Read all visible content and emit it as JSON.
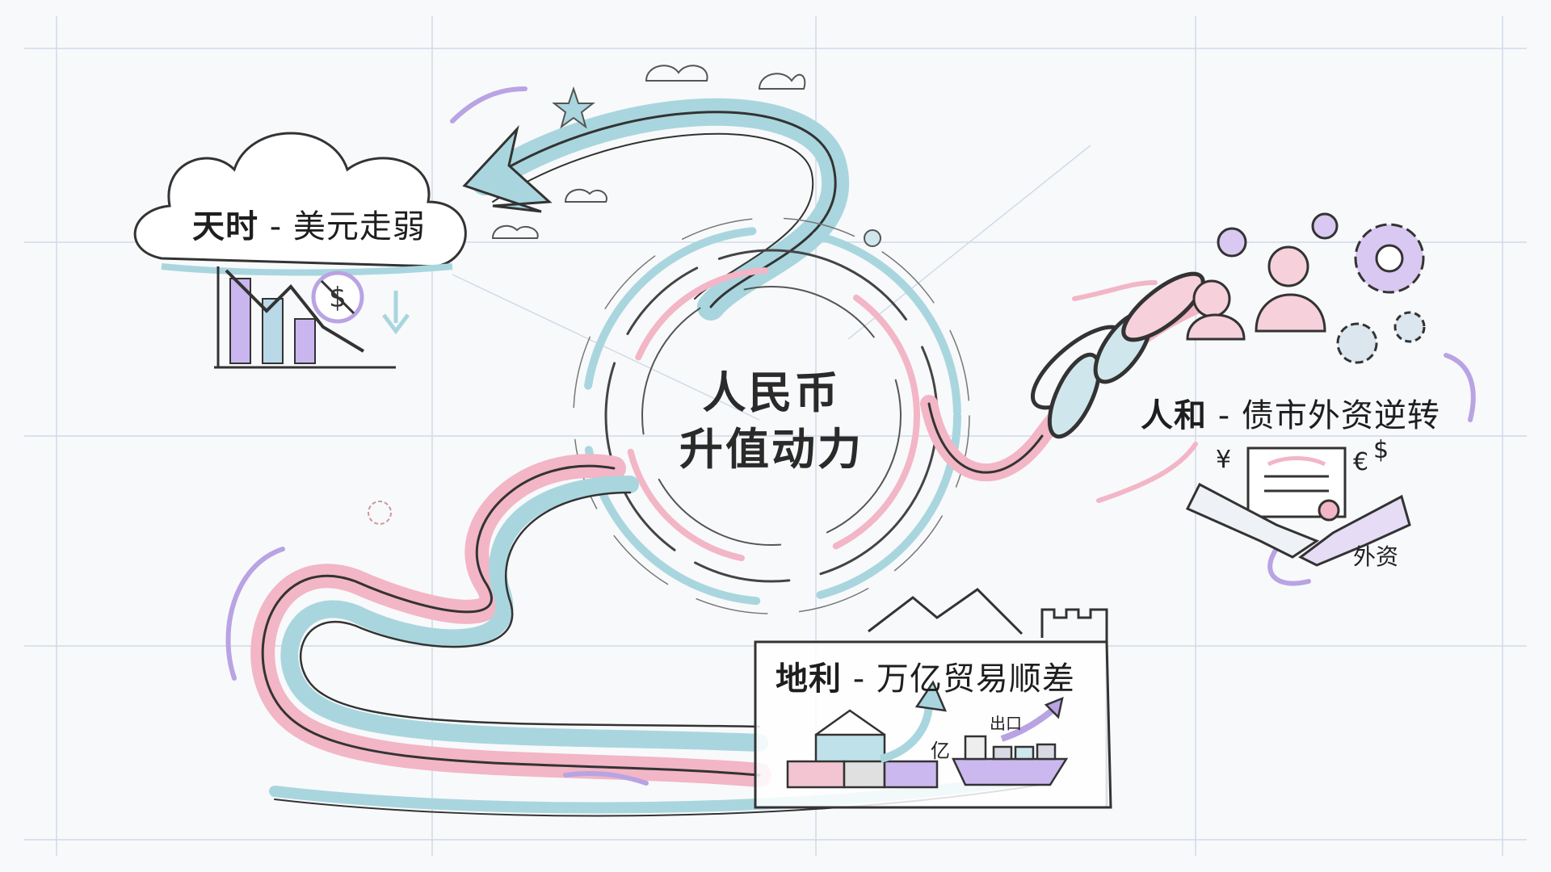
{
  "center": {
    "line1": "人民币",
    "line2": "升值动力"
  },
  "sections": [
    {
      "key": "天时",
      "sep": "-",
      "text": "美元走弱"
    },
    {
      "key": "人和",
      "sep": "-",
      "text": "债市外资逆转"
    },
    {
      "key": "地利",
      "sep": "-",
      "text": "万亿贸易顺差"
    }
  ],
  "annotations": {
    "foreign_capital": "外资",
    "yi": "亿",
    "export": "出口",
    "yen": "¥",
    "euro": "€",
    "dollar": "$",
    "dollar_chart": "$"
  },
  "colors": {
    "blue": "#a9d6de",
    "pink": "#f2b6c6",
    "purple": "#b9a3e3",
    "ink": "#2a2a2a",
    "grid": "#c9d6e6"
  }
}
